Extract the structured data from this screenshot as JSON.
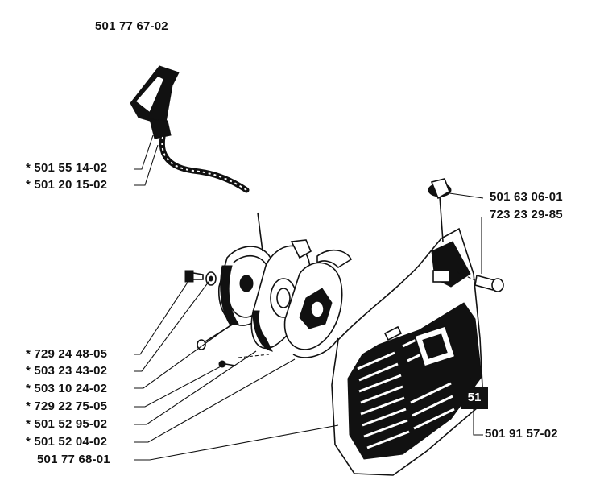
{
  "diagram": {
    "top_label": "501 77 67-02",
    "badge": "51",
    "labels": [
      {
        "id": "p1",
        "text": "* 501 55 14-02"
      },
      {
        "id": "p2",
        "text": "* 501 20 15-02"
      },
      {
        "id": "p3",
        "text": "501 63 06-01"
      },
      {
        "id": "p4",
        "text": "723 23 29-85"
      },
      {
        "id": "p5",
        "text": "* 729 24 48-05"
      },
      {
        "id": "p6",
        "text": "* 503 23 43-02"
      },
      {
        "id": "p7",
        "text": "* 503 10 24-02"
      },
      {
        "id": "p8",
        "text": "* 729 22 75-05"
      },
      {
        "id": "p9",
        "text": "* 501 52 95-02"
      },
      {
        "id": "p10",
        "text": "* 501 52 04-02"
      },
      {
        "id": "p11",
        "text": "501 77 68-01"
      },
      {
        "id": "p12",
        "text": "501 91 57-02"
      }
    ]
  }
}
